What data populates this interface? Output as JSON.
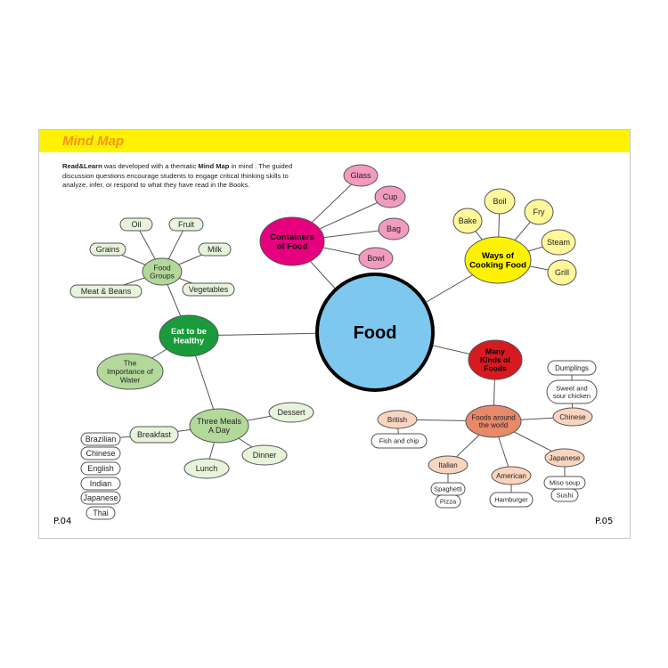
{
  "header": {
    "title": "Mind Map"
  },
  "intro": {
    "brand": "Read&Learn",
    "text1": " was developed with a thematic ",
    "bold2": "Mind Map",
    "text2": " in mind . The guided discussion questions encourage students to engage critical thinking skills to analyze, infer, or respond to what they have read in the Books."
  },
  "pages": {
    "left": "P.04",
    "right": "P.05"
  },
  "colors": {
    "center": "#7ec8f0",
    "containers": "#e6007e",
    "containers_leaf": "#f29ac0",
    "cooking": "#fff200",
    "cooking_leaf": "#fff799",
    "kinds": "#d71920",
    "world": "#e8896a",
    "world_leaf": "#f9d5c0",
    "healthy": "#1a9a3a",
    "healthy_sub": "#b3d99a",
    "healthy_leaf": "#e8f3dc"
  },
  "nodes": {
    "food": "Food",
    "containers": "Containers\nof Food",
    "glass": "Glass",
    "cup": "Cup",
    "bag": "Bag",
    "bowl": "Bowl",
    "cooking": "Ways of\nCooking Food",
    "bake": "Bake",
    "boil": "Boil",
    "fry": "Fry",
    "steam": "Steam",
    "grill": "Grill",
    "kinds": "Many\nKinds of\nFoods",
    "world": "Foods around\nthe world",
    "british": "British",
    "fish": "Fish and chip",
    "chinese": "Chinese",
    "sweet": "Sweet and\nsour chicken",
    "dumplings": "Dumplings",
    "italian": "Italian",
    "spaghetti": "Spaghetti",
    "pizza": "Pizza",
    "american": "American",
    "hamburger": "Hamburger",
    "japanese": "Japanese",
    "miso": "Miso soup",
    "sushi": "Sushi",
    "healthy": "Eat to be\nHealthy",
    "groups": "Food\nGroups",
    "oil": "Oil",
    "fruit": "Fruit",
    "grains": "Grains",
    "milk": "Milk",
    "meat": "Meat & Beans",
    "veg": "Vegetables",
    "water": "The\nImportance of\nWater",
    "meals": "Three Meals\nA Day",
    "dessert": "Dessert",
    "dinner": "Dinner",
    "lunch": "Lunch",
    "breakfast": "Breakfast",
    "brazilian": "Brazilian",
    "chinese2": "Chinese",
    "english": "English",
    "indian": "Indian",
    "japanese2": "Japanese",
    "thai": "Thai"
  }
}
